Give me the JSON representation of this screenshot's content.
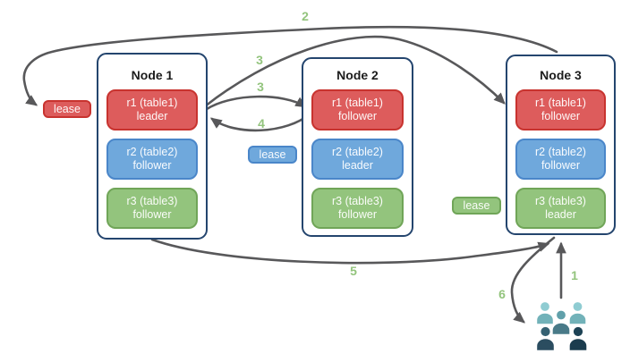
{
  "colors": {
    "red_fill": "#dd5c5c",
    "red_border": "#c8332f",
    "blue_fill": "#6fa8dc",
    "blue_border": "#4a86c9",
    "green_fill": "#93c47d",
    "green_border": "#70a558",
    "node_border": "#24456e",
    "arrow": "#58585a",
    "step": "#93c47d"
  },
  "nodes": [
    {
      "title": "Node 1",
      "replicas": [
        {
          "name": "r1 (table1)",
          "role": "leader",
          "color": "red"
        },
        {
          "name": "r2 (table2)",
          "role": "follower",
          "color": "blue"
        },
        {
          "name": "r3 (table3)",
          "role": "follower",
          "color": "green"
        }
      ]
    },
    {
      "title": "Node 2",
      "replicas": [
        {
          "name": "r1 (table1)",
          "role": "follower",
          "color": "red"
        },
        {
          "name": "r2 (table2)",
          "role": "leader",
          "color": "blue"
        },
        {
          "name": "r3 (table3)",
          "role": "follower",
          "color": "green"
        }
      ]
    },
    {
      "title": "Node 3",
      "replicas": [
        {
          "name": "r1 (table1)",
          "role": "follower",
          "color": "red"
        },
        {
          "name": "r2 (table2)",
          "role": "follower",
          "color": "blue"
        },
        {
          "name": "r3 (table3)",
          "role": "leader",
          "color": "green"
        }
      ]
    }
  ],
  "leases": [
    {
      "label": "lease",
      "color": "red"
    },
    {
      "label": "lease",
      "color": "blue"
    },
    {
      "label": "lease",
      "color": "green"
    }
  ],
  "steps": {
    "s1": "1",
    "s2": "2",
    "s3a": "3",
    "s3b": "3",
    "s4": "4",
    "s5": "5",
    "s6": "6"
  },
  "icons": {
    "clients": "user-group-icon"
  }
}
